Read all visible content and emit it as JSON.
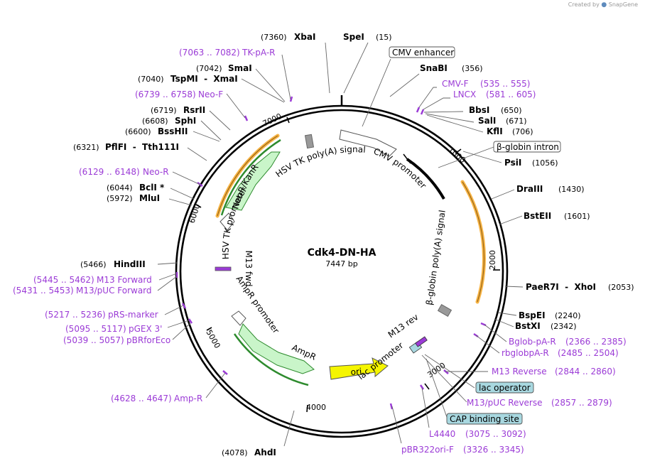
{
  "credit": {
    "text": "Created by",
    "brand": "SnapGene"
  },
  "plasmid": {
    "name": "Cdk4-DN-HA",
    "length_label": "7447 bp",
    "length": 7447
  },
  "colors": {
    "primer": "#9b3bd6",
    "orf_fill": "#c9f5c9",
    "orf_stroke": "#2e8b2e",
    "ori_fill": "#f5f500",
    "terminator": "#000000",
    "highlight": "#f5a623",
    "boxed_feature_fill": "#a8d8e0",
    "grey_feature": "#999999"
  },
  "ticks": [
    "1000",
    "2000",
    "3000",
    "4000",
    "5000",
    "6000",
    "7000"
  ],
  "sites": [
    {
      "name": "XbaI",
      "pos": "(7360)",
      "id": "xbai"
    },
    {
      "name": "SpeI",
      "pos": "(15)",
      "id": "spei"
    },
    {
      "name": "SnaBI",
      "pos": "(356)",
      "id": "snabi"
    },
    {
      "name": "BbsI",
      "pos": "(650)",
      "id": "bbsi"
    },
    {
      "name": "SalI",
      "pos": "(671)",
      "id": "sali"
    },
    {
      "name": "KflI",
      "pos": "(706)",
      "id": "kfli"
    },
    {
      "name": "PsiI",
      "pos": "(1056)",
      "id": "psii"
    },
    {
      "name": "DraIII",
      "pos": "(1430)",
      "id": "draiii"
    },
    {
      "name": "BstEII",
      "pos": "(1601)",
      "id": "bsteii"
    },
    {
      "name": "PaeR7I  -  XhoI",
      "pos": "(2053)",
      "id": "paer7i-xhoi"
    },
    {
      "name": "BspEI",
      "pos": "(2240)",
      "id": "bspei"
    },
    {
      "name": "BstXI",
      "pos": "(2342)",
      "id": "bstxi"
    },
    {
      "name": "AhdI",
      "pos": "(4078)",
      "id": "ahdi"
    },
    {
      "name": "HindIII",
      "pos": "(5466)",
      "id": "hindiii"
    },
    {
      "name": "MluI",
      "pos": "(5972)",
      "id": "mlui"
    },
    {
      "name": "BclI *",
      "pos": "(6044)",
      "id": "bcli"
    },
    {
      "name": "PflFI  -  Tth111I",
      "pos": "(6321)",
      "id": "pflfi-tth111i"
    },
    {
      "name": "BssHII",
      "pos": "(6600)",
      "id": "bsshii"
    },
    {
      "name": "SphI",
      "pos": "(6608)",
      "id": "sphi"
    },
    {
      "name": "RsrII",
      "pos": "(6719)",
      "id": "rsrii"
    },
    {
      "name": "TspMI  -  XmaI",
      "pos": "(7040)",
      "id": "tspmi-xmai"
    },
    {
      "name": "SmaI",
      "pos": "(7042)",
      "id": "smai"
    }
  ],
  "primers": [
    {
      "name": "TK-pA-R",
      "range": "(7063 .. 7082)",
      "id": "tk-pa-r"
    },
    {
      "name": "Neo-F",
      "range": "(6739 .. 6758)",
      "id": "neo-f"
    },
    {
      "name": "Neo-R",
      "range": "(6129 .. 6148)",
      "id": "neo-r"
    },
    {
      "name": "M13 Forward",
      "range": "(5445 .. 5462)",
      "id": "m13-forward"
    },
    {
      "name": "M13/pUC Forward",
      "range": "(5431 .. 5453)",
      "id": "m13-puc-forward"
    },
    {
      "name": "pRS-marker",
      "range": "(5217 .. 5236)",
      "id": "prs-marker"
    },
    {
      "name": "pGEX 3'",
      "range": "(5095 .. 5117)",
      "id": "pgex-3"
    },
    {
      "name": "pBRforEco",
      "range": "(5039 .. 5057)",
      "id": "pbrforeco"
    },
    {
      "name": "Amp-R",
      "range": "(4628 .. 4647)",
      "id": "amp-r"
    },
    {
      "name": "CMV-F",
      "range": "(535 .. 555)",
      "id": "cmv-f"
    },
    {
      "name": "LNCX",
      "range": "(581 .. 605)",
      "id": "lncx"
    },
    {
      "name": "Bglob-pA-R",
      "range": "(2366 .. 2385)",
      "id": "bglob-pa-r"
    },
    {
      "name": "rbglobpA-R",
      "range": "(2485 .. 2504)",
      "id": "rbglobpa-r"
    },
    {
      "name": "M13 Reverse",
      "range": "(2844 .. 2860)",
      "id": "m13-reverse"
    },
    {
      "name": "M13/pUC Reverse",
      "range": "(2857 .. 2879)",
      "id": "m13-puc-reverse"
    },
    {
      "name": "L4440",
      "range": "(3075 .. 3092)",
      "id": "l4440"
    },
    {
      "name": "pBR322ori-F",
      "range": "(3326 .. 3345)",
      "id": "pbr322ori-f"
    }
  ],
  "boxed_features": [
    {
      "text": "CMV enhancer",
      "id": "cmv-enhancer",
      "style": "white"
    },
    {
      "text": "β-globin intron",
      "id": "beta-globin-intron",
      "style": "white"
    },
    {
      "text": "lac operator",
      "id": "lac-operator",
      "style": "blue"
    },
    {
      "text": "CAP binding site",
      "id": "cap-binding-site",
      "style": "blue"
    }
  ],
  "features": {
    "hsv_tk_polya": "HSV TK poly(A) signal",
    "cmv_promoter": "CMV promoter",
    "neor_kanr": "NeoR/KanR",
    "hsv_tk_promoter": "HSV TK promoter",
    "m13_fwd": "M13 fwd",
    "ampr_promoter": "AmpR promoter",
    "ampr": "AmpR",
    "ori": "ori",
    "lac_promoter": "lac promoter",
    "m13_rev": "M13 rev",
    "beta_globin_polya": "β-globin poly(A) signal"
  }
}
